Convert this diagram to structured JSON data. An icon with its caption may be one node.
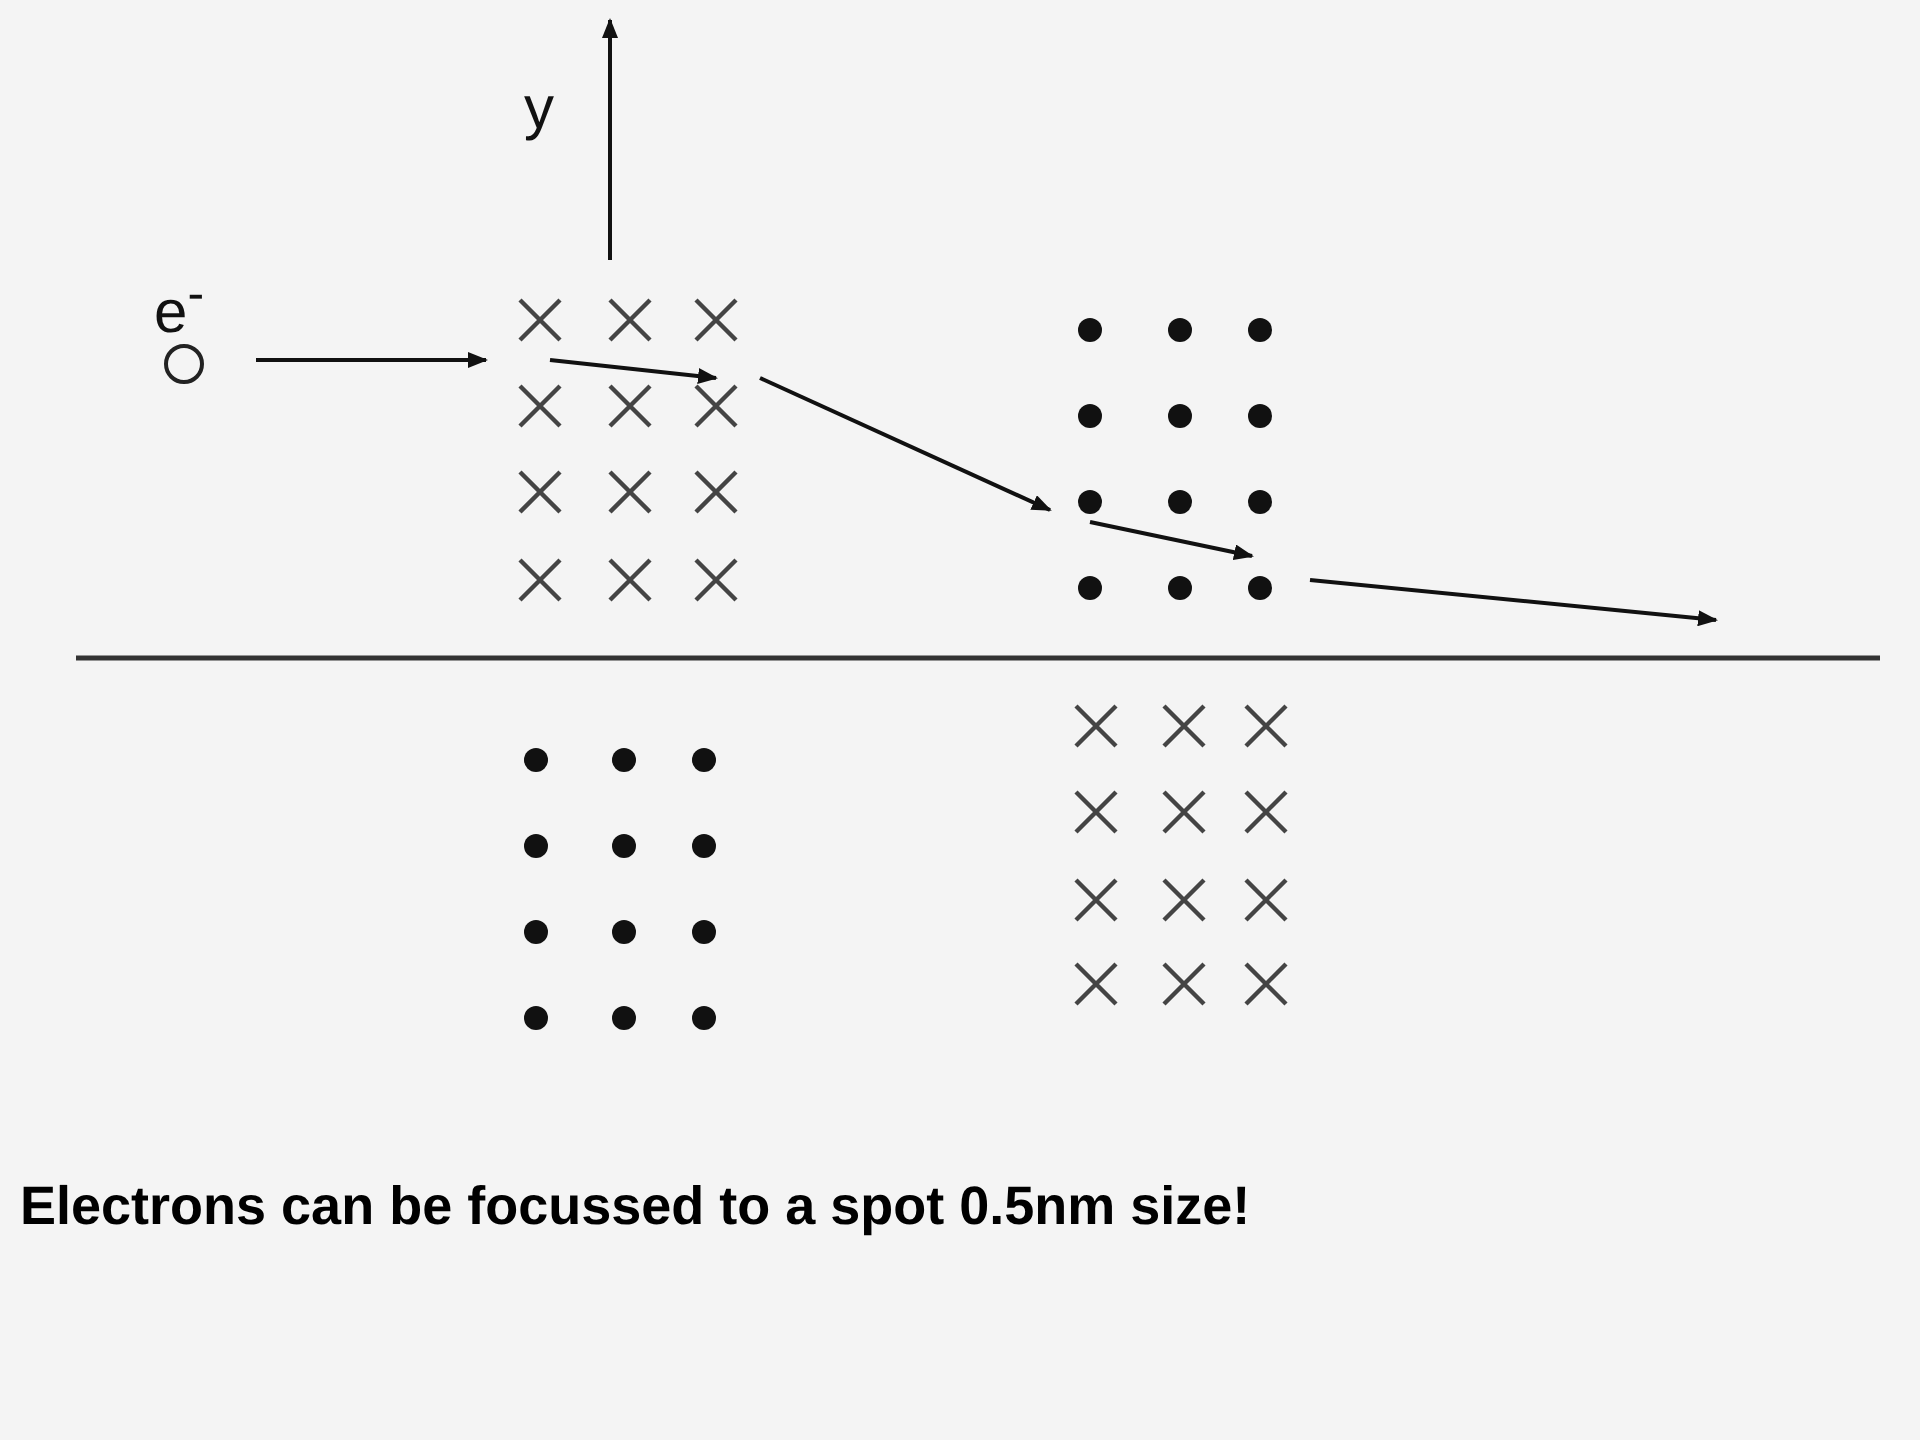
{
  "diagram": {
    "caption": "Electrons can be focussed to a spot 0.5nm size!",
    "nodes": [
      {
        "text": [],
        "shape": "circle",
        "beside": [
          "e$^{-}$"
        ]
      },
      {
        "text": [],
        "shape": "picture"
      },
      {
        "text": [],
        "shape": "picture"
      },
      {
        "text": [],
        "shape": "picture"
      },
      {
        "text": [],
        "shape": "picture"
      }
    ],
    "edges": [
      {
        "from": 0,
        "to": 1,
        "arrow": "to"
      },
      {
        "from": 1,
        "to": 2,
        "arrow": "to"
      },
      {
        "from": 2,
        "to": null,
        "arrow": "to"
      }
    ],
    "labels": [
      "y"
    ]
  }
}
